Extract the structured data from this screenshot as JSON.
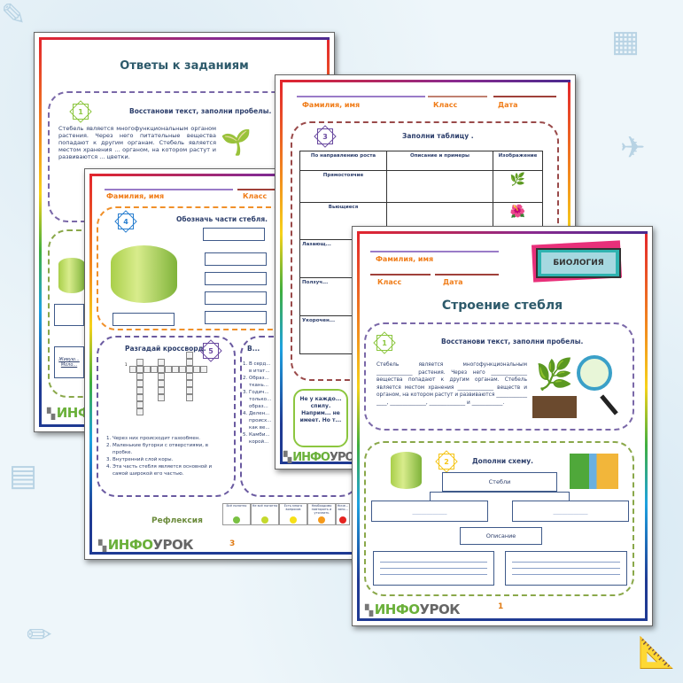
{
  "colors": {
    "accent_orange": "#f07d1a",
    "title_teal": "#2d5a6b",
    "logo_green": "#6ab03a"
  },
  "logo": {
    "part1": "ИНФО",
    "part2": "УРОК"
  },
  "pages": {
    "answers": {
      "title": "Ответы к заданиям",
      "task1": {
        "num": "1",
        "title": "Восстанови текст, заполни пробелы.",
        "text": "Стебель является многофункциональным органом растения. Через него питательные вещества попадают к другим органам. Стебель является местом хранения ... органом, на котором растут и развиваются ... цветки.",
        "answer_snippet": "Живую... Моло..."
      }
    },
    "sheet3": {
      "fields": {
        "name": "Фамилия, имя",
        "class": "Класс",
        "date": "Дата"
      },
      "task3": {
        "num": "3",
        "title": "Заполни таблицу .",
        "headers": [
          "По направлению роста",
          "Описание и примеры",
          "Изображение"
        ],
        "rows": [
          "Прямостоячие",
          "Вьющиеся",
          "Лазающ...",
          "Ползуч...",
          "Укорочен..."
        ]
      },
      "note": "Не у каждо... спилу. Наприм... не имеет. Но т..."
    },
    "sheet2": {
      "fields": {
        "name": "Фамилия, имя",
        "class": "Класс"
      },
      "task4": {
        "num": "4",
        "title": "Обозначь части стебля."
      },
      "task5": {
        "num": "5",
        "title": "Разгадай кроссворд.",
        "clue_numbers": [
          "1",
          "2",
          "3",
          "4"
        ],
        "clues": [
          "Через них происходит газообмен.",
          "Маленькие бугорки с отверстиями, в пробке.",
          "Внутренний слой коры.",
          "Эта часть стебля является основной и самой широкой его частью."
        ]
      },
      "task6": {
        "title": "В...",
        "items": [
          "В серд... в итат...",
          "Образ... ткань...",
          "Годич... только... образ...",
          "Делен... происх... как ве...",
          "Камби... корой..."
        ]
      },
      "reflection": {
        "title": "Рефлексия",
        "options": [
          "Всё понятно",
          "Не всё понятно",
          "Есть много вопросов",
          "Необходимо повторить и уточнить",
          "Ниче... запо..."
        ],
        "face_colors": [
          "#7ac143",
          "#c5d92d",
          "#f7e017",
          "#f59a1b",
          "#e52420"
        ]
      },
      "page_number": "3"
    },
    "sheet1": {
      "fields": {
        "name": "Фамилия, имя",
        "class": "Класс",
        "date": "Дата"
      },
      "subject": "БИОЛОГИЯ",
      "title": "Строение стебля",
      "task1": {
        "num": "1",
        "title": "Восстанови текст, заполни пробелы.",
        "text": "Стебель является многофункциональным ______________ растения. Через него ______________ вещества попадают к другим органам. Стебель является местом хранения ______________ веществ и органом, на котором растут и развиваются ____________ ____, ______________, ______________ и ____________."
      },
      "task2": {
        "num": "2",
        "title": "Дополни схему.",
        "root": "Стебли",
        "blank": "____________",
        "describe": "Описание"
      },
      "page_number": "1"
    }
  }
}
